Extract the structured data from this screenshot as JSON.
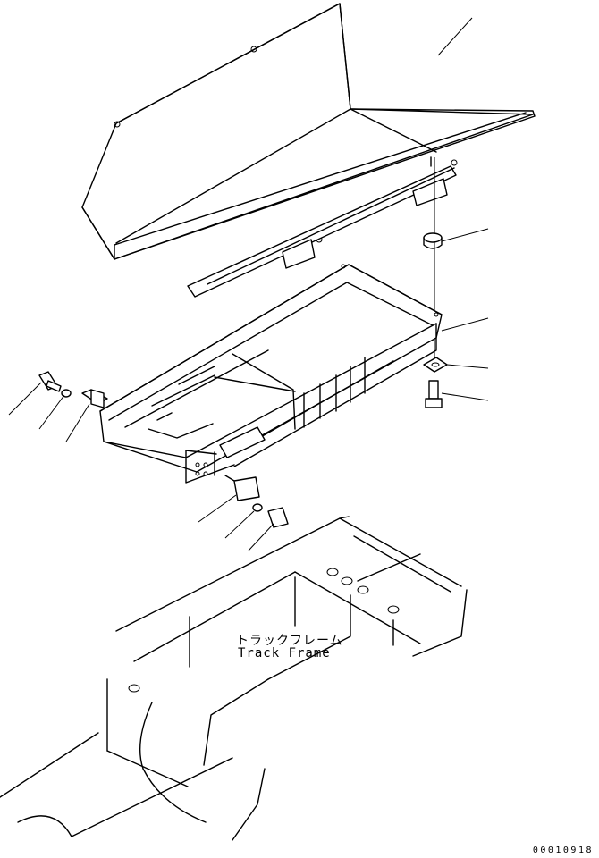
{
  "labels": {
    "track_frame_jp": "トラックフレーム",
    "track_frame_en": "Track Frame"
  },
  "drawing_number": "00010918",
  "colors": {
    "line": "#000000",
    "background": "#ffffff"
  }
}
